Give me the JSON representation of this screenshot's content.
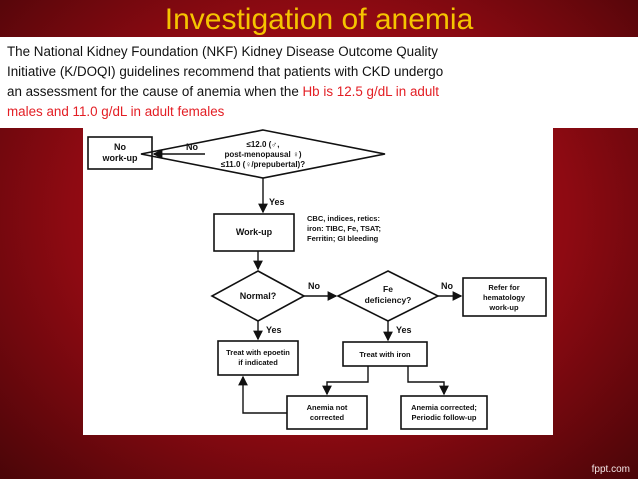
{
  "slide": {
    "title": "Investigation of anemia",
    "paragraph_lines": [
      "The National Kidney Foundation (NKF) Kidney Disease Outcome Quality",
      "Initiative (K/DOQI) guidelines recommend that patients with CKD undergo"
    ],
    "paragraph_line3_plain": "an assessment for the cause of anemia when the ",
    "paragraph_line3_highlight": "Hb is 12.5 g/dL in adult",
    "paragraph_line4_highlight": "males and 11.0 g/dL in adult females",
    "highlight_color": "#e31e24",
    "title_color": "#f5c400",
    "brand": "fppt.com"
  },
  "flowchart": {
    "no_workup": [
      "No",
      "work-up"
    ],
    "threshold": [
      "≤12.0 (♂,",
      "post-menopausal ♀)",
      "≤11.0 (♀/prepubertal)?"
    ],
    "workup": "Work-up",
    "workup_tests": [
      "CBC, indices, retics:",
      "iron: TIBC, Fe, TSAT;",
      "Ferritin; GI bleeding"
    ],
    "normal": "Normal?",
    "fe": [
      "Fe",
      "deficiency?"
    ],
    "refer": [
      "Refer for",
      "hematology",
      "work-up"
    ],
    "epoetin": [
      "Treat with epoetin",
      "if indicated"
    ],
    "iron": "Treat with iron",
    "not_corrected": [
      "Anemia not",
      "corrected"
    ],
    "corrected": [
      "Anemia corrected;",
      "Periodic follow-up"
    ],
    "yes_label": "Yes",
    "no_label": "No"
  }
}
